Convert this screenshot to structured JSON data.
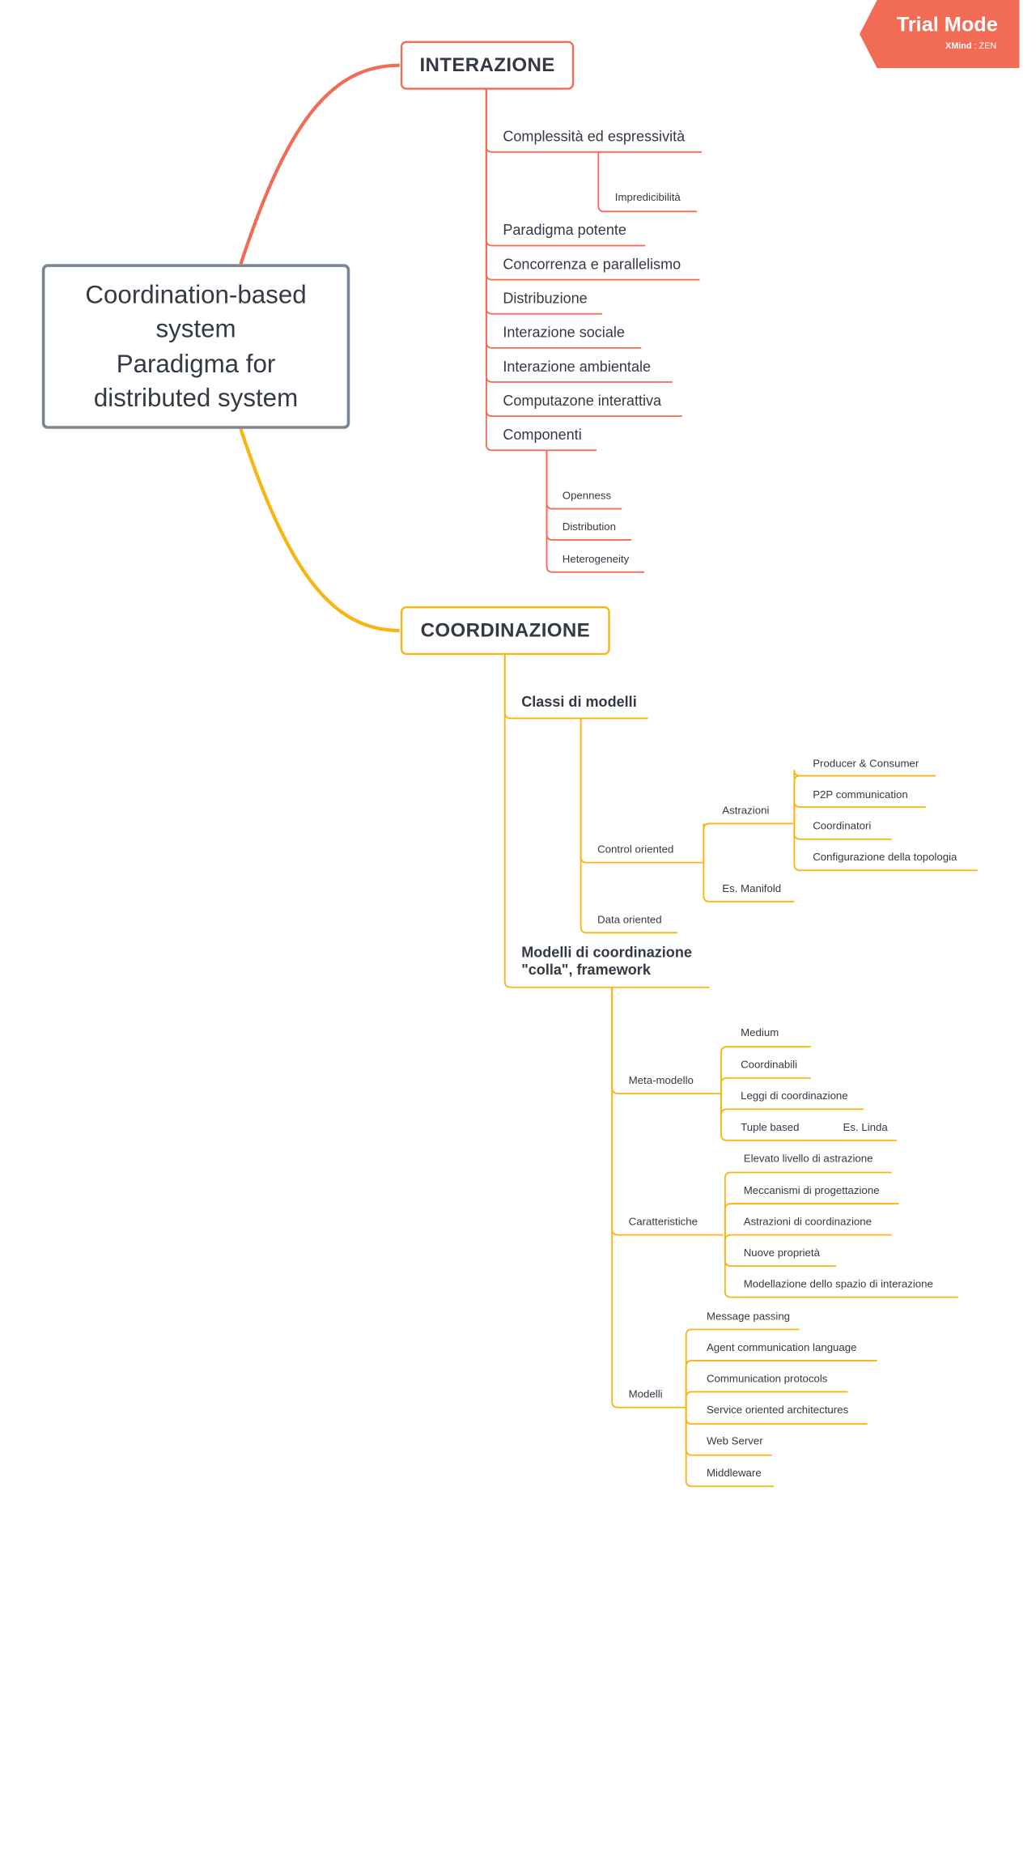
{
  "watermark": {
    "title": "Trial Mode",
    "brand": "XMind",
    "brand_suffix": "ZEN"
  },
  "colors": {
    "interazione": "#f26b55",
    "coordinazione": "#f8b512",
    "central_border": "#7b8593",
    "text": "#333a44",
    "watermark": "#f26b55"
  },
  "central": {
    "text": "Coordination-based\nsystem\nParadigma for\ndistributed system"
  },
  "interazione": {
    "title": "INTERAZIONE",
    "complessita": "Complessità ed espressività",
    "impredicibilita": "Impredicibilità",
    "items": [
      "Paradigma potente",
      "Concorrenza e parallelismo",
      "Distribuzione",
      "Interazione sociale",
      "Interazione ambientale",
      "Computazone interattiva"
    ],
    "componenti": {
      "label": "Componenti",
      "children": [
        "Openness",
        "Distribution",
        "Heterogeneity"
      ]
    }
  },
  "coordinazione": {
    "title": "COORDINAZIONE",
    "classi": {
      "label": "Classi di modelli",
      "control_oriented": "Control oriented",
      "astrazioni": {
        "label": "Astrazioni",
        "children": [
          "Producer & Consumer",
          "P2P communication",
          "Coordinatori",
          "Configurazione della topologia"
        ]
      },
      "es_manifold": "Es. Manifold",
      "data_oriented": "Data oriented"
    },
    "modelli_coord": {
      "label_line1": "Modelli di coordinazione",
      "label_line2": "\"colla\", framework",
      "meta_modello": {
        "label": "Meta-modello",
        "children": [
          "Medium",
          "Coordinabili",
          "Leggi di coordinazione",
          "Tuple based"
        ],
        "es_linda": "Es. Linda"
      },
      "caratteristiche": {
        "label": "Caratteristiche",
        "children": [
          "Elevato livello di astrazione",
          "Meccanismi di progettazione",
          "Astrazioni di coordinazione",
          "Nuove proprietà",
          "Modellazione dello spazio di interazione"
        ]
      },
      "modelli": {
        "label": "Modelli",
        "children": [
          "Message passing",
          "Agent communication language",
          "Communication protocols",
          "Service oriented architectures",
          "Web Server",
          "Middleware"
        ]
      }
    }
  }
}
